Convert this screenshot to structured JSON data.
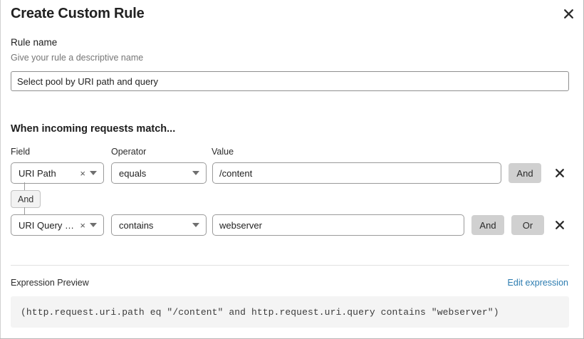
{
  "dialog": {
    "title": "Create Custom Rule",
    "close_icon": "close-icon"
  },
  "rule_name": {
    "label": "Rule name",
    "help": "Give your rule a descriptive name",
    "value": "Select pool by URI path and query",
    "placeholder": ""
  },
  "match_section": {
    "heading": "When incoming requests match...",
    "columns": {
      "field": "Field",
      "operator": "Operator",
      "value": "Value"
    },
    "connector": {
      "label": "And"
    },
    "rows": [
      {
        "field": "URI Path",
        "field_clear": "×",
        "operator": "equals",
        "value": "/content",
        "buttons": [
          "And"
        ],
        "delete_icon": "close-icon"
      },
      {
        "field": "URI Query St...",
        "field_clear": "×",
        "operator": "contains",
        "value": "webserver",
        "buttons": [
          "And",
          "Or"
        ],
        "delete_icon": "close-icon"
      }
    ]
  },
  "expression_preview": {
    "label": "Expression Preview",
    "edit_link": "Edit expression",
    "code": "(http.request.uri.path eq \"/content\" and http.request.uri.query contains \"webserver\")"
  },
  "colors": {
    "link": "#2c7cb0",
    "chip_bg": "#d0d0d0",
    "code_bg": "#f4f4f4"
  }
}
